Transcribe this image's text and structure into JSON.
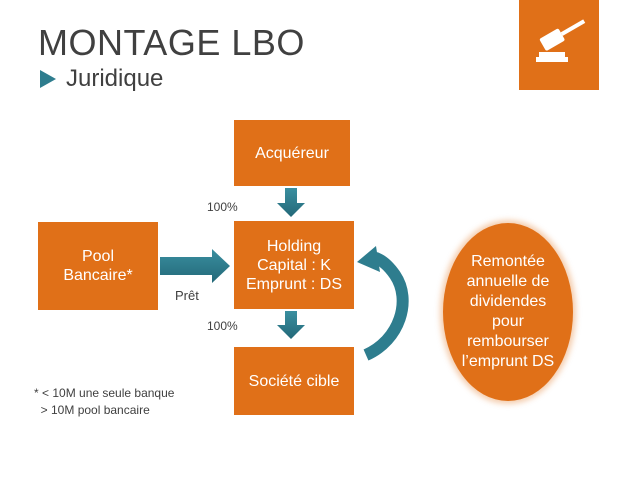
{
  "header": {
    "title": "MONTAGE LBO",
    "subtitle": "Juridique"
  },
  "icons": {
    "subtitle_bullet": "triangle-right-icon",
    "logo": "gavel-icon"
  },
  "colors": {
    "accent": "#e07018",
    "arrow": "#2e7d8e",
    "text": "#404040"
  },
  "diagram": {
    "acquereur": "Acquéreur",
    "holding": "Holding\nCapital : K\nEmprunt : DS",
    "societe_cible": "Société cible",
    "pool_bancaire": "Pool\nBancaire*",
    "remontee": "Remontée\nannuelle de\ndividendes\npour\nrembourser\nl’emprunt DS",
    "pct_top": "100%",
    "pct_bottom": "100%",
    "pret": "Prêt"
  },
  "footnote": {
    "line1": "* < 10M une seule banque",
    "line2": "  > 10M pool bancaire"
  }
}
